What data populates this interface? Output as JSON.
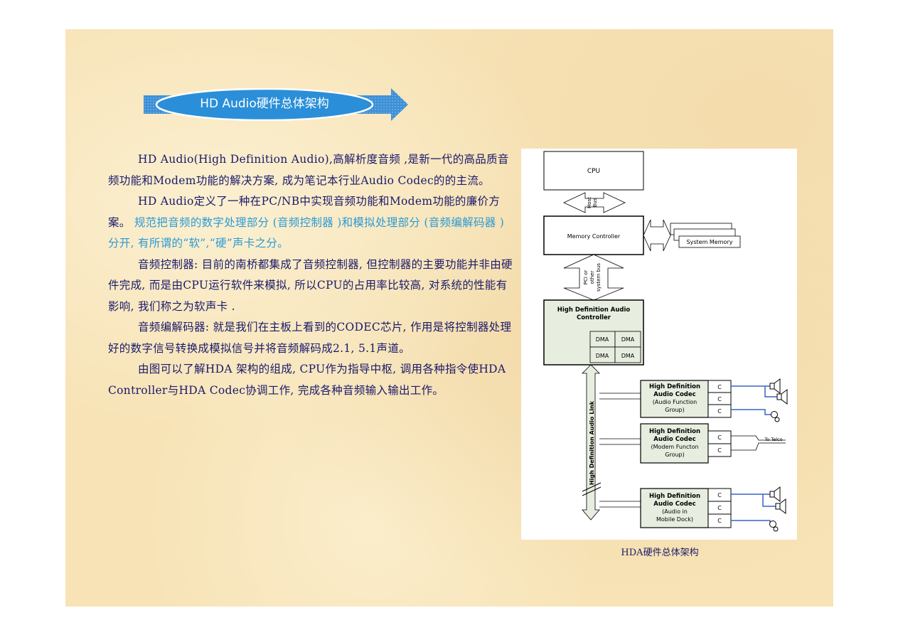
{
  "slide": {
    "banner_title": "HD Audio硬件总体架构",
    "paragraphs": [
      {
        "plain": "HD Audio(High Definition Audio),高解析度音频 ,是新一代的高品质音频功能和Modem功能的解决方案, 成为笔记本行业Audio Codec的的主流。",
        "highlight": ""
      },
      {
        "plain": "HD Audio定义了一种在PC/NB中实现音频功能和Modem功能的廉价方案。",
        "highlight": " 规范把音频的数字处理部分 (音频控制器 )和模拟处理部分 (音频编解码器 )分开, 有所谓的“软”,“硬”声卡之分。"
      },
      {
        "plain": "音频控制器: 目前的南桥都集成了音频控制器, 但控制器的主要功能并非由硬件完成, 而是由CPU运行软件来模拟, 所以CPU的占用率比较高, 对系统的性能有影响, 我们称之为软声卡 .",
        "highlight": ""
      },
      {
        "plain": "音频编解码器: 就是我们在主板上看到的CODEC芯片, 作用是将控制器处理好的数字信号转换成模拟信号并将音频解码成2.1, 5.1声道。",
        "highlight": ""
      },
      {
        "plain": "由图可以了解HDA 架构的组成, CPU作为指导中枢, 调用各种指令使HDA Controller与HDA Codec协调工作, 完成各种音频输入输出工作。",
        "highlight": ""
      }
    ],
    "colors": {
      "text": "#1a1a6a",
      "highlight": "#2a9ad6",
      "banner_fill": "#2a8fd8",
      "link": "#3a62c8"
    }
  },
  "diagram": {
    "cpu": "CPU",
    "host_bus": [
      "Host",
      "Bus"
    ],
    "memory_controller": "Memory Controller",
    "system_memory": "System Memory",
    "pci_bus": [
      "PCI or",
      "other",
      "system bus"
    ],
    "hda_controller": [
      "High Definition Audio",
      "Controller"
    ],
    "dma": [
      "DMA",
      "DMA",
      "DMA",
      "DMA"
    ],
    "audio_link": "High Definition Audio Link",
    "codecs": [
      {
        "lines": [
          "High Definition",
          "Audio Codec",
          "(Audio Function",
          "Group)"
        ],
        "ports": [
          "C",
          "C",
          "C"
        ]
      },
      {
        "lines": [
          "High Definition",
          "Audio Codec",
          "(Modem Functon",
          "Group)"
        ],
        "ports": [
          "C",
          "C"
        ]
      },
      {
        "lines": [
          "High Definition",
          "Audio Codec",
          "(Audio in",
          "Mobile Dock)"
        ],
        "ports": [
          "C",
          "C",
          "C"
        ]
      }
    ],
    "to_telco": "To Telco",
    "caption": "HDA硬件总体架构"
  }
}
